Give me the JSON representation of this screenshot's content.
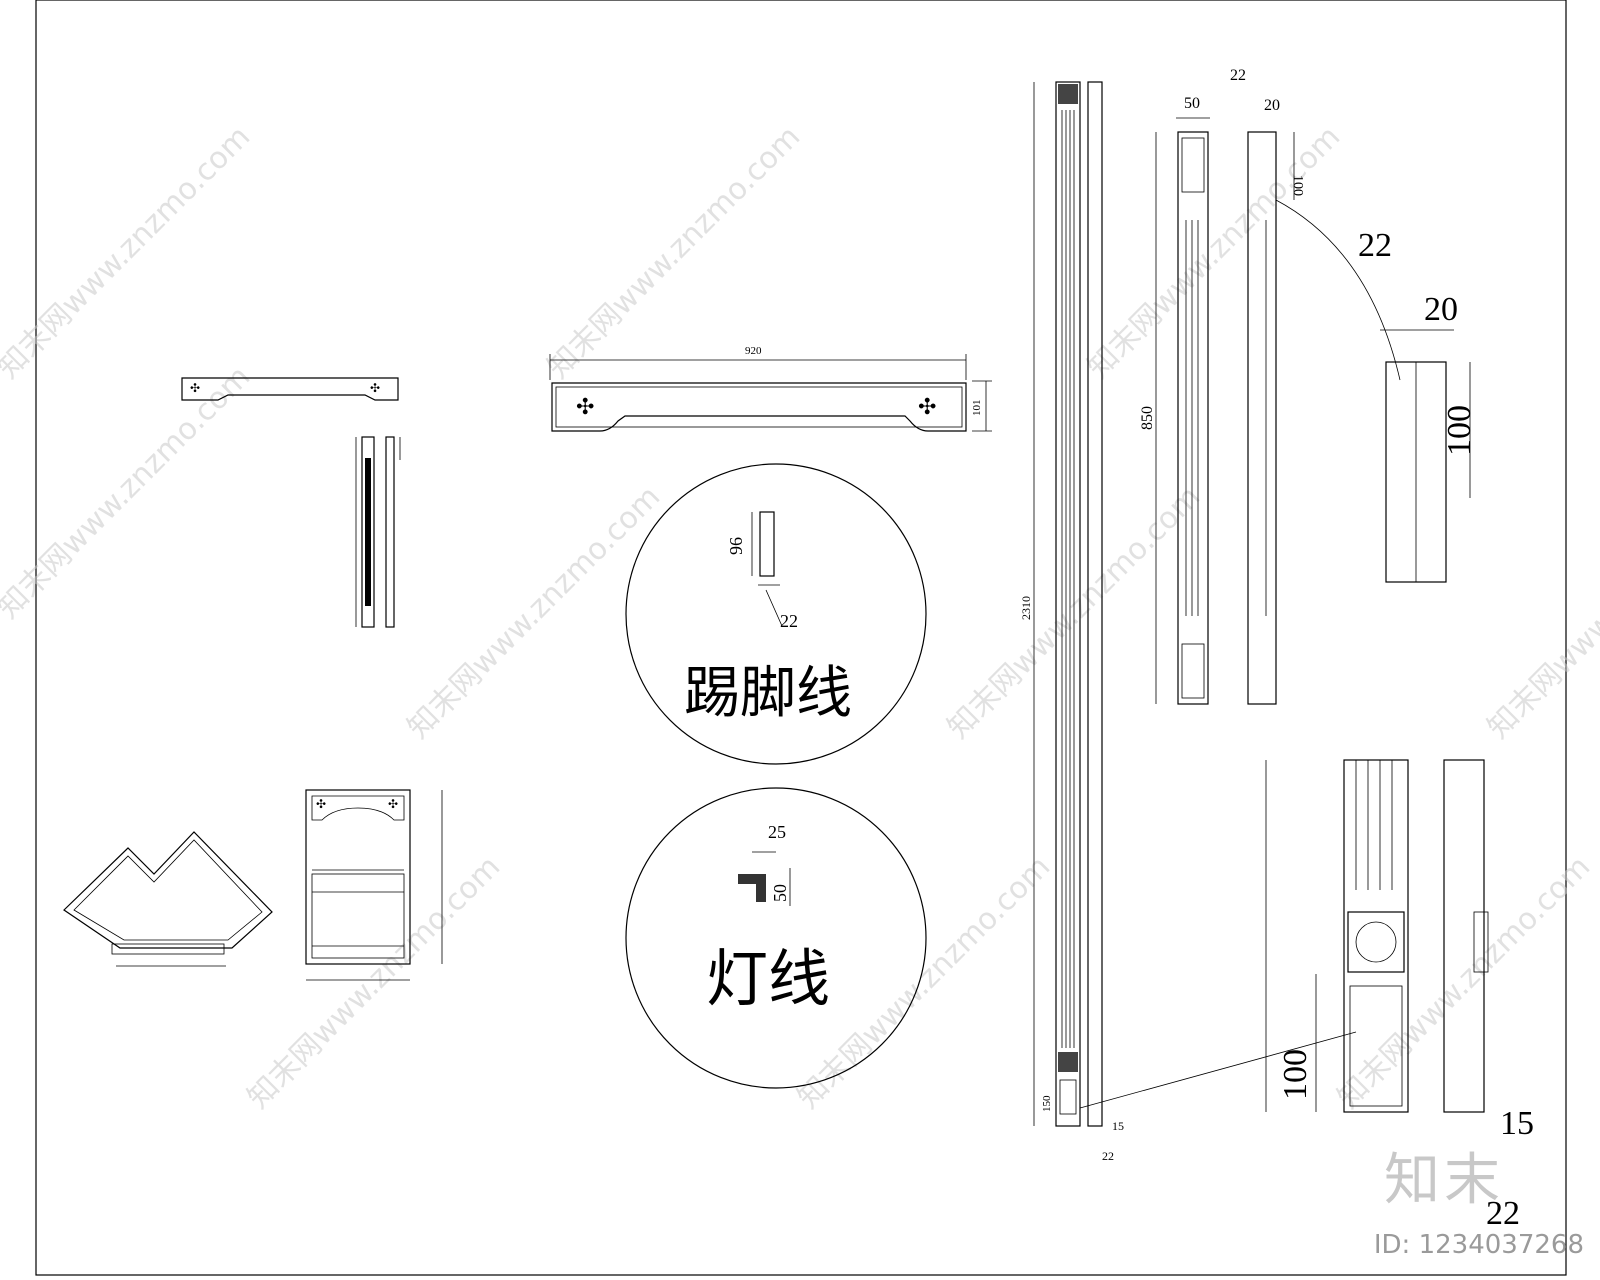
{
  "labels": {
    "skirting_line": "踢脚线",
    "light_line": "灯线"
  },
  "dimensions": {
    "top_width": "920",
    "top_height": "101",
    "skirting_height": "96",
    "skirting_thickness": "22",
    "light_width": "25",
    "light_height": "50",
    "tall_height": "2310",
    "tall_base": "150",
    "tall_offset_15": "15",
    "tall_offset_22": "22",
    "pilaster_width": "50",
    "pilaster_depth_22": "22",
    "pilaster_depth_20": "20",
    "pilaster_cap": "100",
    "pilaster_height": "850",
    "detail_22": "22",
    "detail_20": "20",
    "detail_100": "100",
    "base_100": "100",
    "base_15": "15",
    "base_22": "22"
  },
  "watermark": {
    "site": "知末网www.znzmo.com",
    "logo": "知末",
    "id": "ID: 1234037268"
  }
}
